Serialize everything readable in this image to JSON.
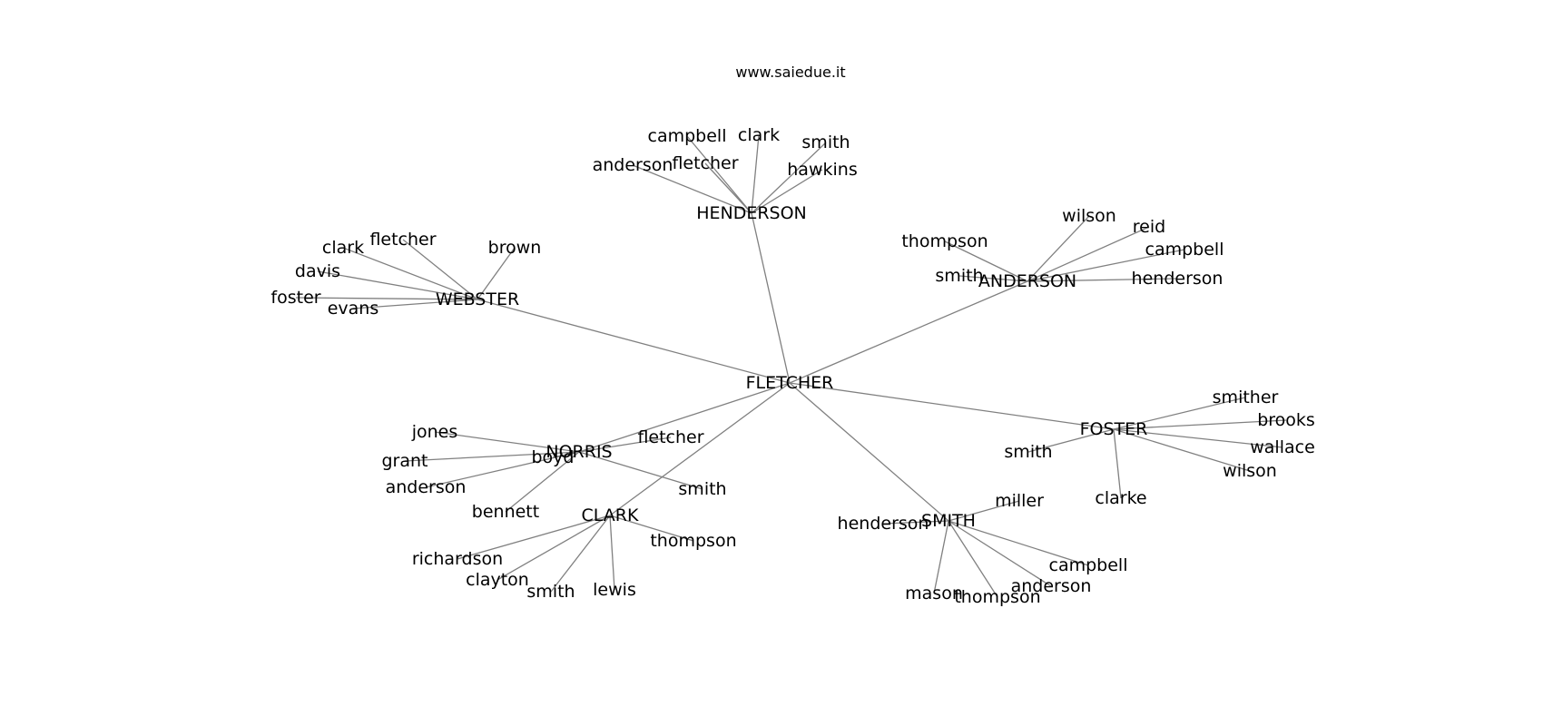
{
  "site": "www.saiedue.it",
  "colors": {
    "edge": "#808080",
    "text": "#000000",
    "background": "#ffffff"
  },
  "root": "FLETCHER",
  "groups": [
    {
      "hub": "HENDERSON",
      "leaves": [
        "campbell",
        "clark",
        "smith",
        "fletcher",
        "anderson",
        "hawkins"
      ]
    },
    {
      "hub": "ANDERSON",
      "leaves": [
        "wilson",
        "reid",
        "thompson",
        "campbell",
        "smith",
        "henderson"
      ]
    },
    {
      "hub": "WEBSTER",
      "leaves": [
        "fletcher",
        "clark",
        "brown",
        "davis",
        "foster",
        "evans"
      ]
    },
    {
      "hub": "FOSTER",
      "leaves": [
        "smither",
        "brooks",
        "wallace",
        "smith",
        "wilson",
        "clarke"
      ]
    },
    {
      "hub": "NORRIS",
      "leaves": [
        "jones",
        "fletcher",
        "grant",
        "boyd",
        "anderson",
        "smith",
        "bennett"
      ]
    },
    {
      "hub": "CLARK",
      "leaves": [
        "thompson",
        "richardson",
        "clayton",
        "smith",
        "lewis"
      ]
    },
    {
      "hub": "SMITH",
      "leaves": [
        "miller",
        "henderson",
        "campbell",
        "anderson",
        "mason",
        "thompson"
      ]
    }
  ]
}
